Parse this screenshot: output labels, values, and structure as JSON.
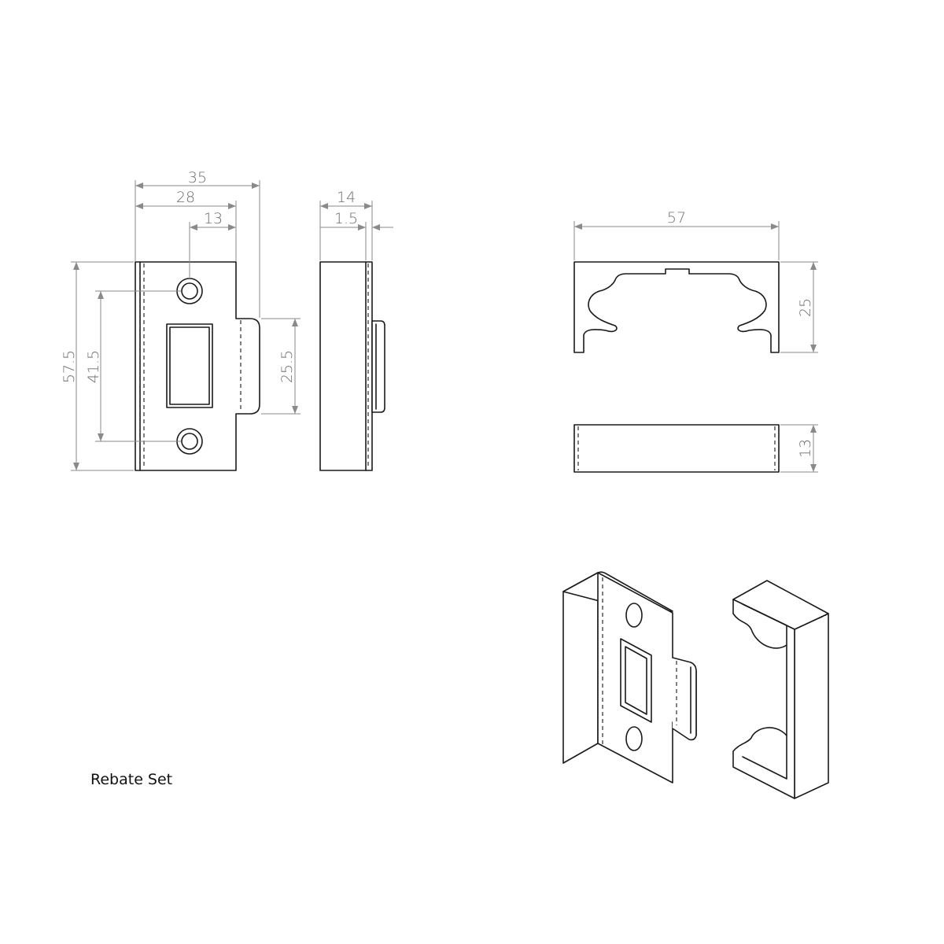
{
  "caption": "Rebate Set",
  "colors": {
    "line": "#1a1a1a",
    "dimension": "#8a8a8a",
    "background": "#ffffff"
  },
  "dimensions": {
    "plate_width": "35",
    "plate_body_width": "28",
    "hole_offset": "13",
    "plate_height": "57.5",
    "hole_spacing": "41.5",
    "lip_height": "25.5",
    "side_depth": "14",
    "side_thickness": "1.5",
    "rebate_width": "57",
    "rebate_height": "25",
    "rebate_depth": "13"
  }
}
